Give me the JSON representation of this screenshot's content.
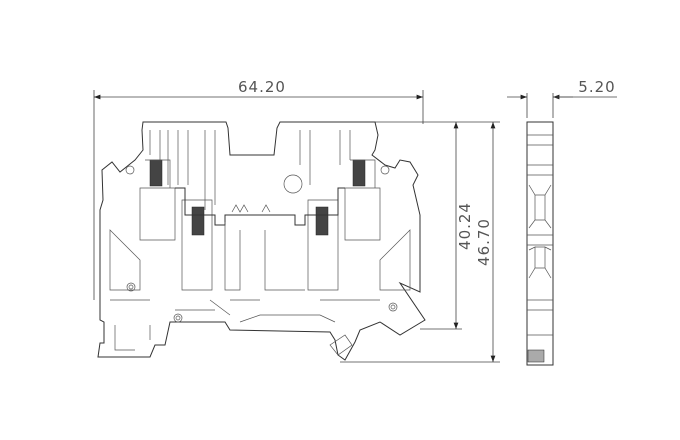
{
  "drawing": {
    "dimensions": {
      "width": "64.20",
      "inner_height": "40.24",
      "total_height": "46.70",
      "thickness": "5.20"
    }
  }
}
